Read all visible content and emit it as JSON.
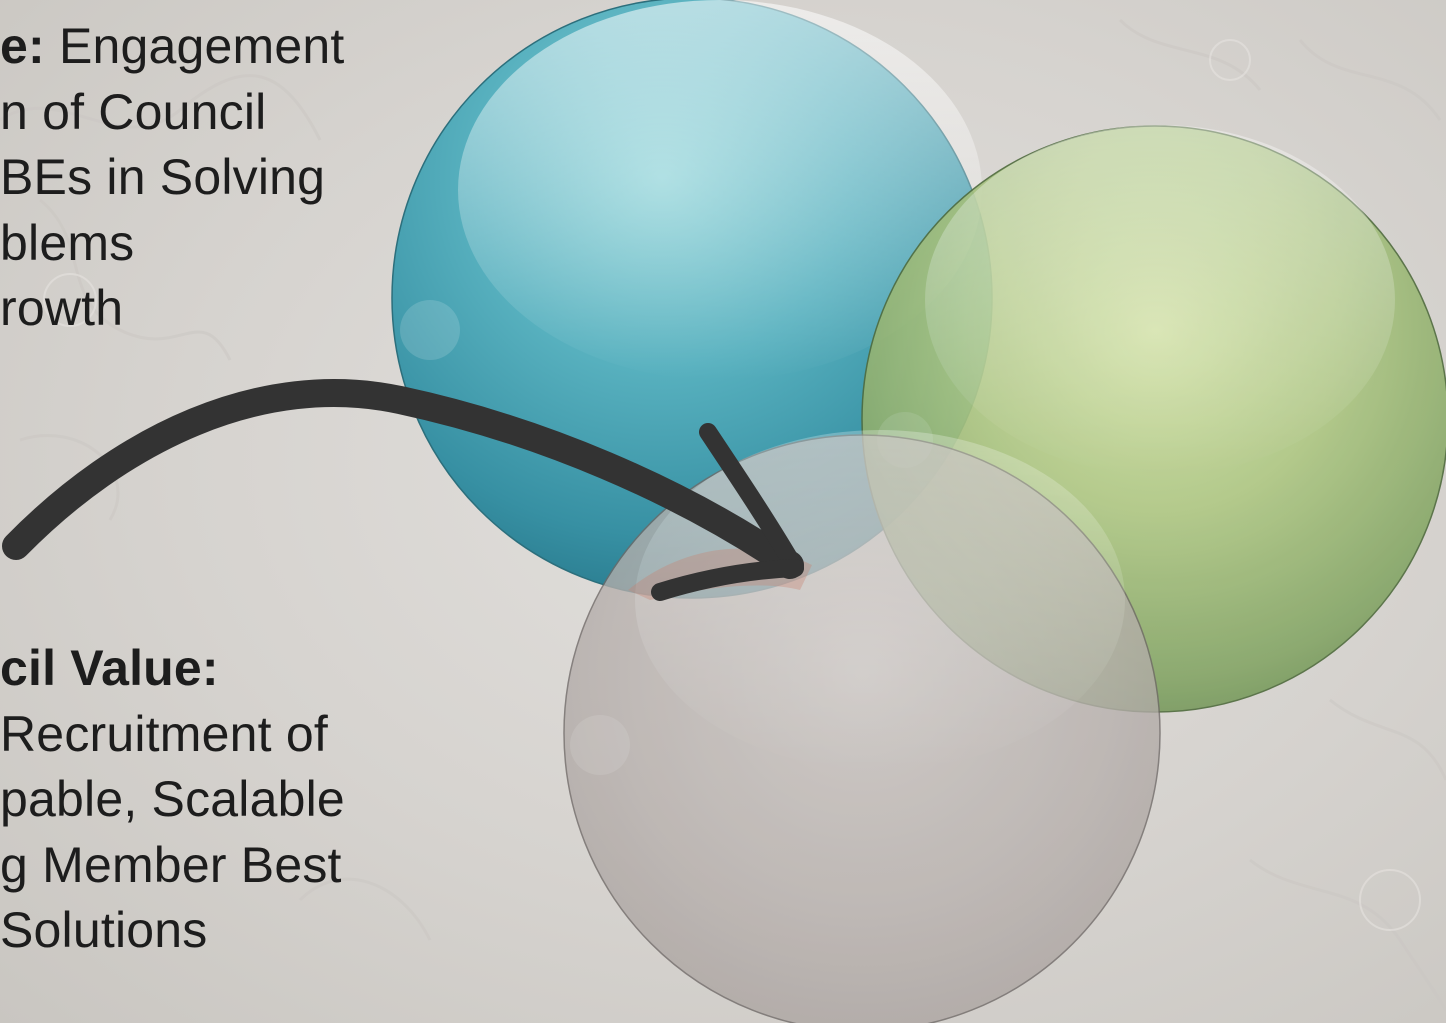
{
  "colors": {
    "background": "#d8d5d1",
    "teal_sphere": "#3e9fb0",
    "green_sphere": "#9db874",
    "gray_sphere": "#b4aeab",
    "arrow": "#333333",
    "text": "#1d1d1d"
  },
  "top_text": {
    "heading": "e:",
    "heading_rest": " Engagement",
    "lines": [
      "n of Council",
      "BEs in Solving",
      "blems",
      "rowth"
    ]
  },
  "bottom_text": {
    "heading": "cil Value:",
    "lines": [
      "Recruitment of",
      "pable, Scalable",
      "g Member Best",
      "Solutions"
    ]
  },
  "diagram": {
    "spheres": [
      "teal-sphere",
      "green-sphere",
      "gray-sphere"
    ],
    "arrow": "curved-arrow-icon"
  }
}
